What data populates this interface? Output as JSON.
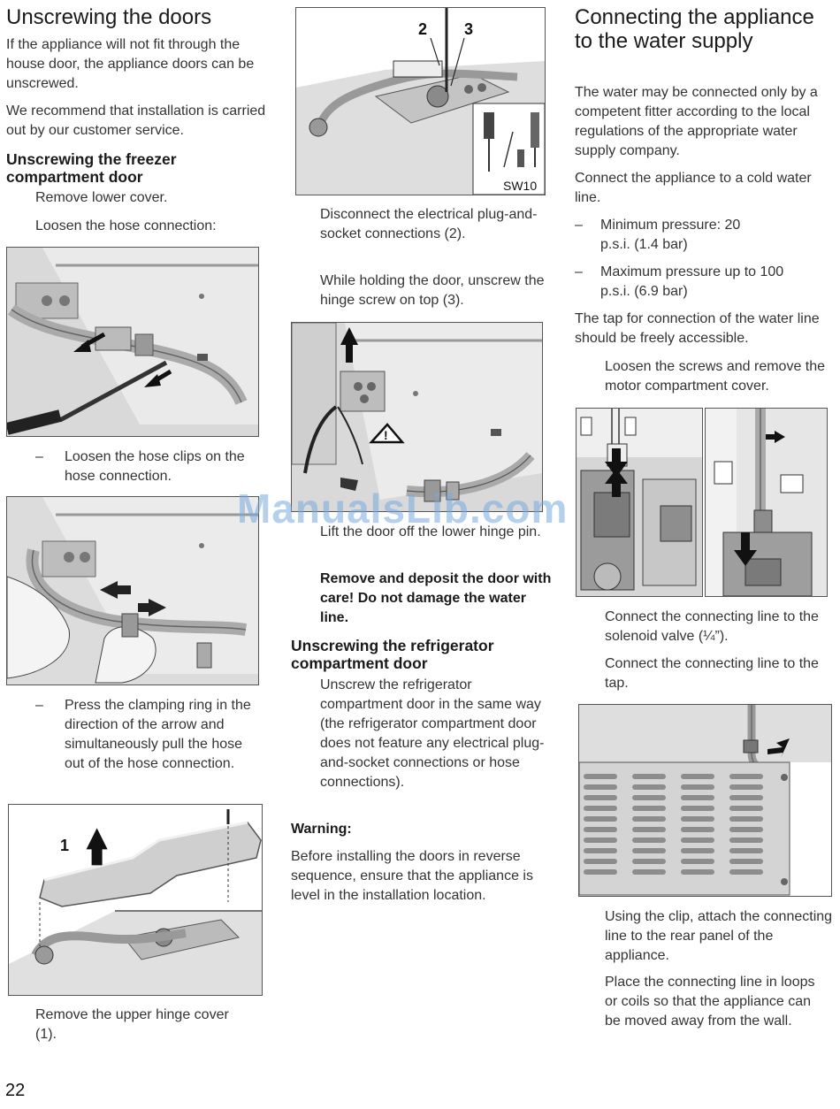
{
  "page_number": "22",
  "watermark": "ManualsLib.com",
  "col1": {
    "title": "Unscrewing the doors",
    "intro1": "If the appliance will not fit through the house door, the appliance doors can be unscrewed.",
    "intro2": "We recommend that installation is carried out by our customer service.",
    "subtitle": "Unscrewing the freezer compartment door",
    "step1": "Remove lower cover.",
    "step2": "Loosen the hose connection:",
    "dash1": "Loosen the hose clips on the hose connection.",
    "dash2": "Press the clamping ring in the direction of the arrow and simultaneously pull the hose out of the hose connection.",
    "fig_label_1": "1",
    "step3": "Remove the upper hinge cover (1)."
  },
  "col2": {
    "fig_label_2": "2",
    "fig_label_3": "3",
    "tool_label": "SW10",
    "step1": "Disconnect the electrical plug-and-socket connections (2).",
    "step2": "While holding the door, unscrew the hinge screw on top (3).",
    "step3": "Lift the door off the lower hinge pin.",
    "caution": "Remove and deposit the door with care! Do not damage the water line.",
    "subtitle": "Unscrewing the refrigerator compartment door",
    "step4": "Unscrew the refrigerator compartment door in the same way (the refrigerator compartment door does not feature any electrical plug-and-socket connections or hose connections).",
    "warning_title": "Warning:",
    "warning_text": "Before installing the doors in reverse sequence, ensure that the appliance is level in the installation location."
  },
  "col3": {
    "title": "Connecting the appliance to the water supply",
    "intro1": "The water may be connected only by a competent fitter according to the local regulations of the appropriate water supply company.",
    "intro2": "Connect the appliance to a cold water line.",
    "dash1": "Minimum pressure: 20 p.s.i. (1.4 bar)",
    "dash2": "Maximum pressure up to 100 p.s.i. (6.9 bar)",
    "intro3": "The tap for connection of the water line should be freely accessible.",
    "step1": "Loosen the screws and remove the motor compartment cover.",
    "step2": "Connect the connecting line to the solenoid valve (¼”).",
    "step3": "Connect the connecting line to the tap.",
    "step4": "Using the clip, attach the connecting line to the rear panel of the appliance.",
    "step5": "Place the connecting line in loops or coils so that the appliance can be moved away from the wall."
  },
  "dash_symbol": "–",
  "warning_symbol": "!"
}
